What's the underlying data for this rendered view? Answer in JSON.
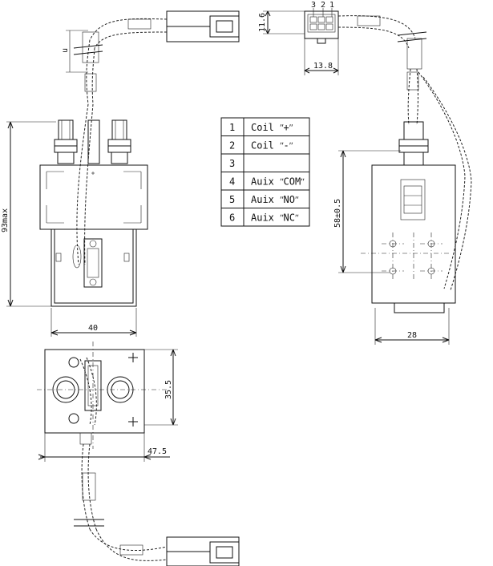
{
  "dimensions": {
    "connector_height": "11.6",
    "connector_width": "13.8",
    "pin_numbers": [
      "3",
      "2",
      "1"
    ],
    "height_max": "93max",
    "body_width": "40",
    "mount_width": "28",
    "mount_height": "58±0.5",
    "base_height": "35.5",
    "base_width": "47.5",
    "wire_mark": "u"
  },
  "pin_table": [
    {
      "no": "1",
      "label": "Coil ʺ+ʺ"
    },
    {
      "no": "2",
      "label": "Coil ʺ-ʺ"
    },
    {
      "no": "3",
      "label": ""
    },
    {
      "no": "4",
      "label": "Auix ʺCOMʺ"
    },
    {
      "no": "5",
      "label": "Auix ʺNOʺ"
    },
    {
      "no": "6",
      "label": "Auix ʺNCʺ"
    }
  ]
}
